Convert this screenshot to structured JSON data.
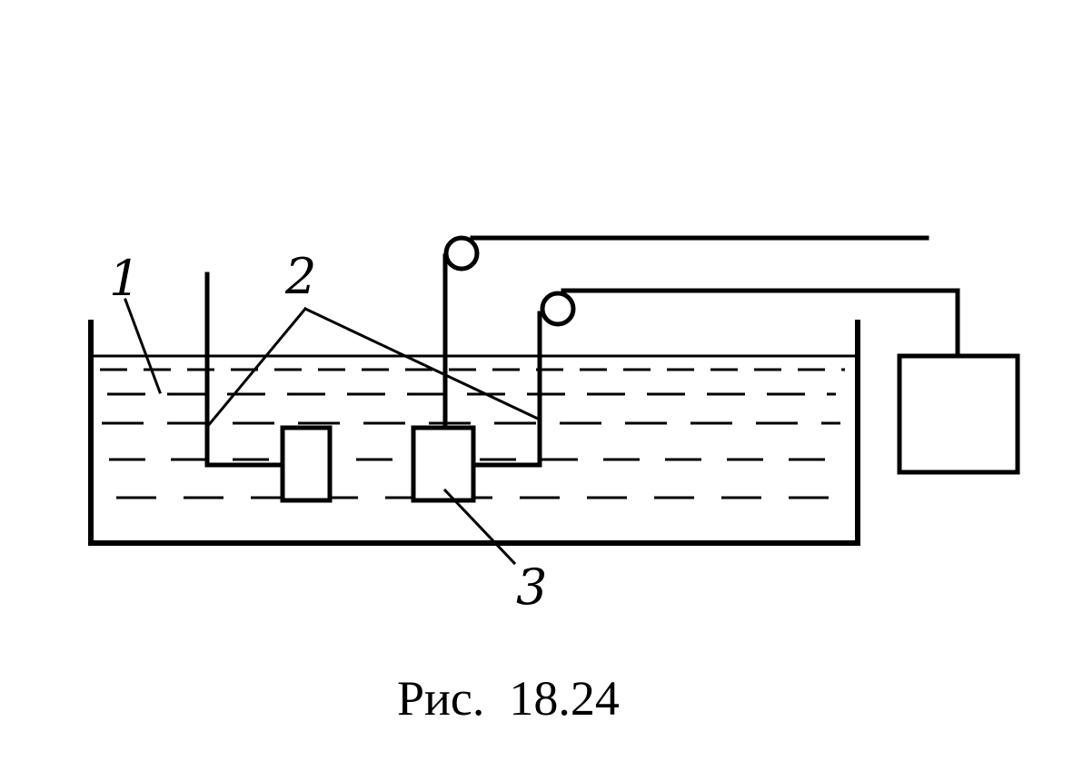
{
  "figure": {
    "labels": {
      "liquid": "1",
      "electrodes": "2",
      "specimen": "3"
    },
    "caption": "Рис.  18.24"
  }
}
